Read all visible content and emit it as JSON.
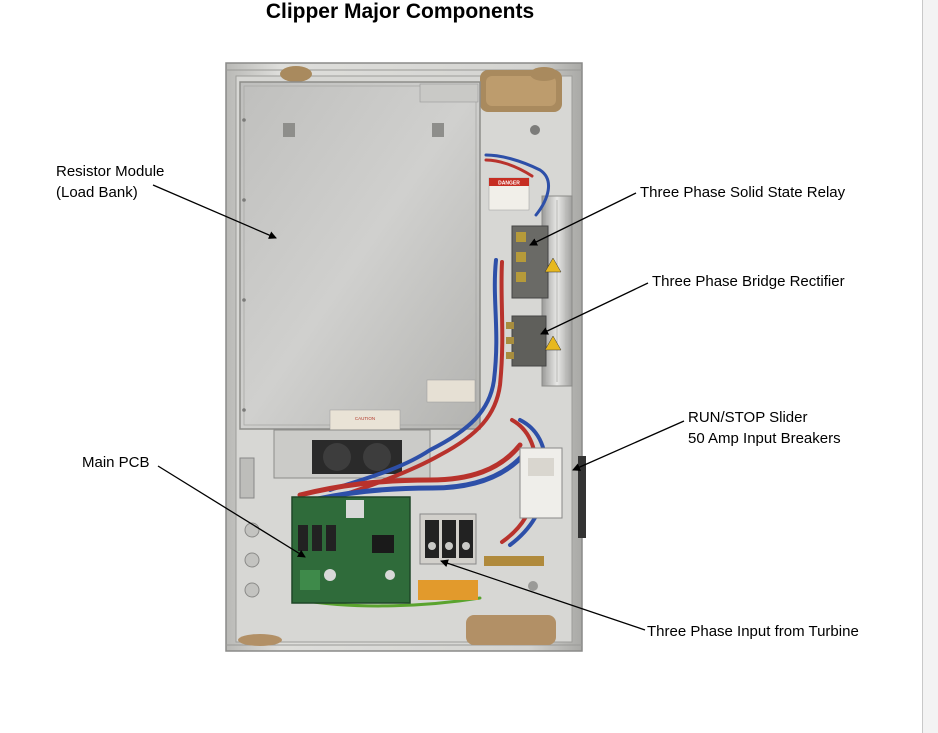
{
  "title": "Clipper Major Components",
  "labels": {
    "resistor_module_line1": "Resistor Module",
    "resistor_module_line2": "(Load Bank)",
    "main_pcb": "Main PCB",
    "solid_state_relay": "Three Phase Solid State Relay",
    "bridge_rectifier": "Three Phase Bridge Rectifier",
    "run_stop_line1": "RUN/STOP Slider",
    "run_stop_line2": "50 Amp Input Breakers",
    "three_phase_input": "Three Phase Input from Turbine"
  },
  "photo_labels": {
    "danger": "DANGER",
    "caution": "CAUTION"
  },
  "colors": {
    "cabinet": "#d9d9d6",
    "panel": "#c4c4c2",
    "pcb": "#2f6b3a",
    "wire_blue": "#2d4fa8",
    "wire_red": "#b8322c",
    "insulation": "#a8865a"
  }
}
